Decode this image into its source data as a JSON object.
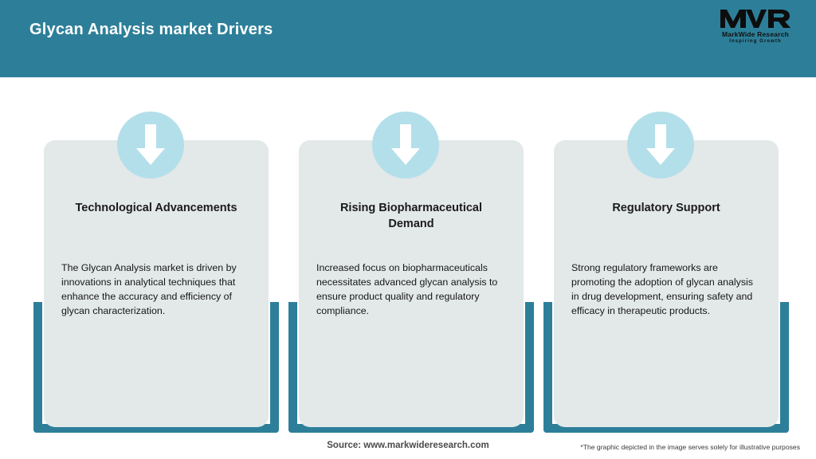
{
  "header": {
    "title": "Glycan Analysis market Drivers",
    "background_color": "#2d7f99",
    "logo": {
      "mark": "MWR",
      "name": "MarkWide Research",
      "tagline": "Inspiring Growth"
    }
  },
  "theme": {
    "teal": "#2d7f99",
    "card_bg": "#e3e8e9",
    "badge_blue": "#b3dfea",
    "arrow_white": "#ffffff"
  },
  "cards": [
    {
      "icon": "down-arrow-icon",
      "title": "Technological Advancements",
      "body": "The Glycan Analysis market is driven by innovations in analytical techniques that enhance the accuracy and efficiency of glycan characterization."
    },
    {
      "icon": "down-arrow-icon",
      "title": "Rising Biopharmaceutical Demand",
      "body": "Increased focus on biopharmaceuticals necessitates advanced glycan analysis to ensure product quality and regulatory compliance."
    },
    {
      "icon": "down-arrow-icon",
      "title": "Regulatory Support",
      "body": "Strong regulatory frameworks are promoting the adoption of glycan analysis in drug development, ensuring safety and efficacy in therapeutic products."
    }
  ],
  "footer": {
    "source": "Source: www.markwideresearch.com",
    "disclaimer": "*The graphic depicted in the image serves solely for illustrative purposes"
  }
}
